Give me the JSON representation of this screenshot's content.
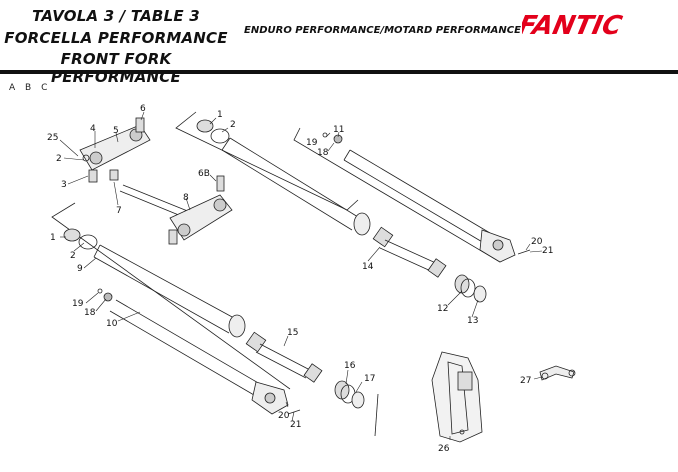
{
  "header": {
    "title_lines": [
      "TAVOLA 3 / TABLE 3",
      "FORCELLA PERFORMANCE",
      "FRONT FORK PERFORMANCE"
    ],
    "subtitle": "ENDURO PERFORMANCE/MOTARD PERFORMANCE",
    "brand": "FANTIC",
    "brand_color": "#e3001b"
  },
  "variants": [
    "A",
    "B",
    "C"
  ],
  "callouts": [
    "1",
    "2",
    "3",
    "4",
    "5",
    "6",
    "6B",
    "7",
    "8",
    "9",
    "10",
    "11",
    "12",
    "13",
    "14",
    "15",
    "16",
    "17",
    "18",
    "19",
    "20",
    "21",
    "25",
    "26",
    "27",
    "1",
    "2",
    "18",
    "19",
    "20",
    "21"
  ]
}
